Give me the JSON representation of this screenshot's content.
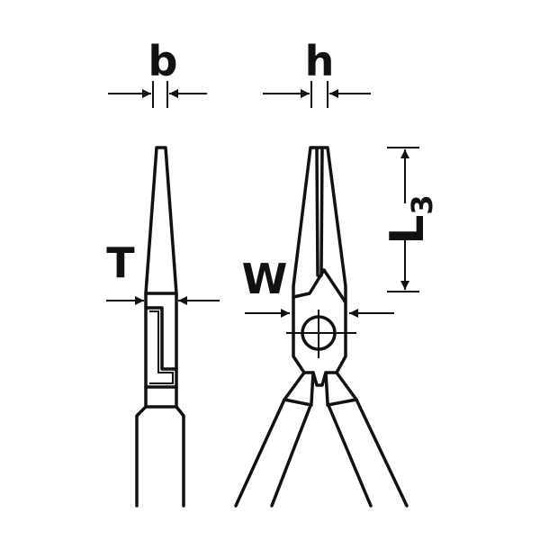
{
  "labels": {
    "b": "b",
    "h": "h",
    "t": "T",
    "w": "W",
    "l3_letter": "L",
    "l3_sub": "3"
  },
  "colors": {
    "ink": "#111111",
    "background": "#ffffff"
  }
}
